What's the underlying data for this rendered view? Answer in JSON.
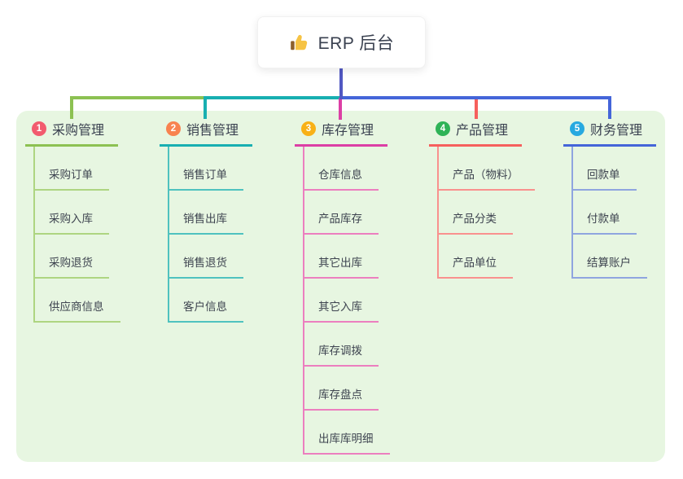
{
  "root": {
    "icon": "thumbs-up-icon",
    "title": "ERP 后台"
  },
  "panel_color": "#e7f6e1",
  "connector_colors": {
    "stem": "#5158c2",
    "bus_left": "#8cc152",
    "bus_mid": "#18afb1",
    "bus_right": "#4465d9"
  },
  "branches": [
    {
      "index": "1",
      "label": "采购管理",
      "badge_color": "#f25b6e",
      "line_color": "#8cc152",
      "child_line_color": "#aed581",
      "children": [
        "采购订单",
        "采购入库",
        "采购退货",
        "供应商信息"
      ]
    },
    {
      "index": "2",
      "label": "销售管理",
      "badge_color": "#f8824f",
      "line_color": "#18afb1",
      "child_line_color": "#4fc2bf",
      "children": [
        "销售订单",
        "销售出库",
        "销售退货",
        "客户信息"
      ]
    },
    {
      "index": "3",
      "label": "库存管理",
      "badge_color": "#f8b117",
      "line_color": "#dc3fa5",
      "child_line_color": "#ec7fbf",
      "children": [
        "仓库信息",
        "产品库存",
        "其它出库",
        "其它入库",
        "库存调拨",
        "库存盘点",
        "出库库明细"
      ]
    },
    {
      "index": "4",
      "label": "产品管理",
      "badge_color": "#2fb357",
      "line_color": "#f6605d",
      "child_line_color": "#f9918e",
      "children": [
        "产品（物料）",
        "产品分类",
        "产品单位"
      ]
    },
    {
      "index": "5",
      "label": "财务管理",
      "badge_color": "#27a9e0",
      "line_color": "#4465d9",
      "child_line_color": "#8fa5df",
      "children": [
        "回款单",
        "付款单",
        "结算账户"
      ]
    }
  ]
}
